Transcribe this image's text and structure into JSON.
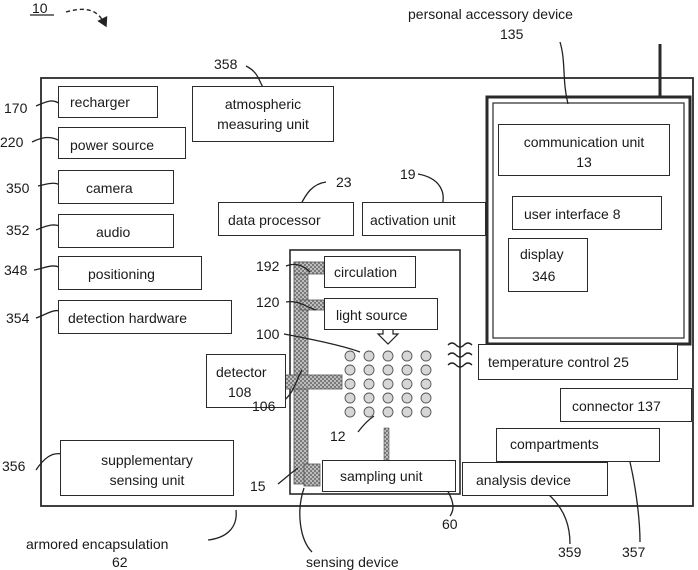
{
  "figure": {
    "number": "10"
  },
  "top_labels": {
    "personal_accessory": {
      "text": "personal accessory device",
      "ref": "135"
    }
  },
  "left_modules": [
    {
      "key": "recharger",
      "text": "recharger",
      "ref": "170"
    },
    {
      "key": "power",
      "text": "power source",
      "ref": "220"
    },
    {
      "key": "camera",
      "text": "camera",
      "ref": "350"
    },
    {
      "key": "audio",
      "text": "audio",
      "ref": "352"
    },
    {
      "key": "positioning",
      "text": "positioning",
      "ref": "348"
    },
    {
      "key": "detection",
      "text": "detection hardware",
      "ref": "354"
    }
  ],
  "center_modules": {
    "atmospheric": {
      "line1": "atmospheric",
      "line2": "measuring unit",
      "ref": "358"
    },
    "data_processor": {
      "text": "data processor",
      "ref": "23"
    },
    "activation": {
      "text": "activation unit",
      "ref": "19"
    }
  },
  "accessory": {
    "communication": {
      "line1": "communication unit",
      "line2": "13"
    },
    "user_interface": {
      "text": "user interface 8"
    },
    "display": {
      "line1": "display",
      "line2": "346"
    }
  },
  "sensing": {
    "circulation": {
      "text": "circulation",
      "ref": "192"
    },
    "light_source": {
      "text": "light source",
      "ref": "120"
    },
    "array_ref": "100",
    "detector": {
      "line1": "detector",
      "line2": "108"
    },
    "channel_ref": "106",
    "sample_ref": "12",
    "wall_ref": "15",
    "sampling": {
      "text": "sampling unit",
      "ref": "60"
    },
    "device_label": "sensing device"
  },
  "right_modules": {
    "temperature": {
      "text": "temperature control 25"
    },
    "connector": {
      "text": "connector 137"
    },
    "compartments": {
      "text": "compartments",
      "ref": "357"
    },
    "analysis": {
      "text": "analysis device",
      "ref": "359"
    }
  },
  "supplementary": {
    "line1": "supplementary",
    "line2": "sensing unit",
    "ref": "356"
  },
  "encapsulation": {
    "text": "armored encapsulation",
    "ref": "62"
  }
}
